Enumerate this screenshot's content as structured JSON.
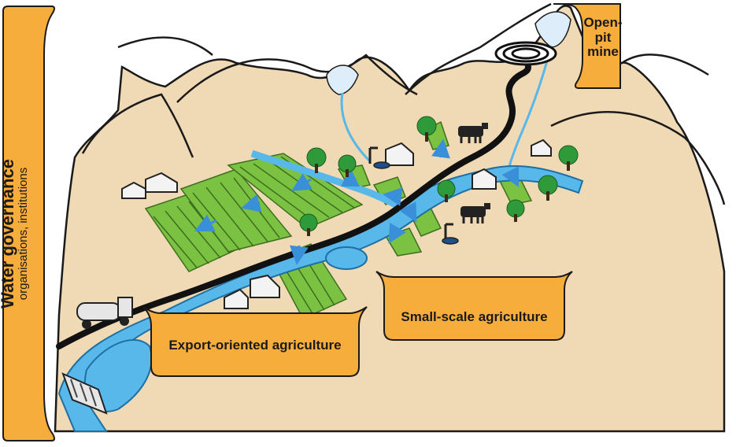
{
  "water_governance": {
    "title": "Water governance",
    "subtitle": "organisations, institutions"
  },
  "labels": {
    "mine_line1": "Open-pit",
    "mine_line2": "mine",
    "small_scale": "Small-scale agriculture",
    "export": "Export-oriented agriculture"
  },
  "colors": {
    "terrain": "#f0d9b5",
    "mountain_outline": "#1a1a1a",
    "mountain_ridge": "#b07a4a",
    "glacier": "#ddeefa",
    "water": "#58b8ea",
    "water_outline": "#1e6fa3",
    "road": "#111111",
    "field": "#7cc242",
    "field_line": "#3d6e1f",
    "label_box": "#f6ad3c",
    "tree": "#2f9a3a",
    "flow_arrow": "#3a8fd9"
  }
}
